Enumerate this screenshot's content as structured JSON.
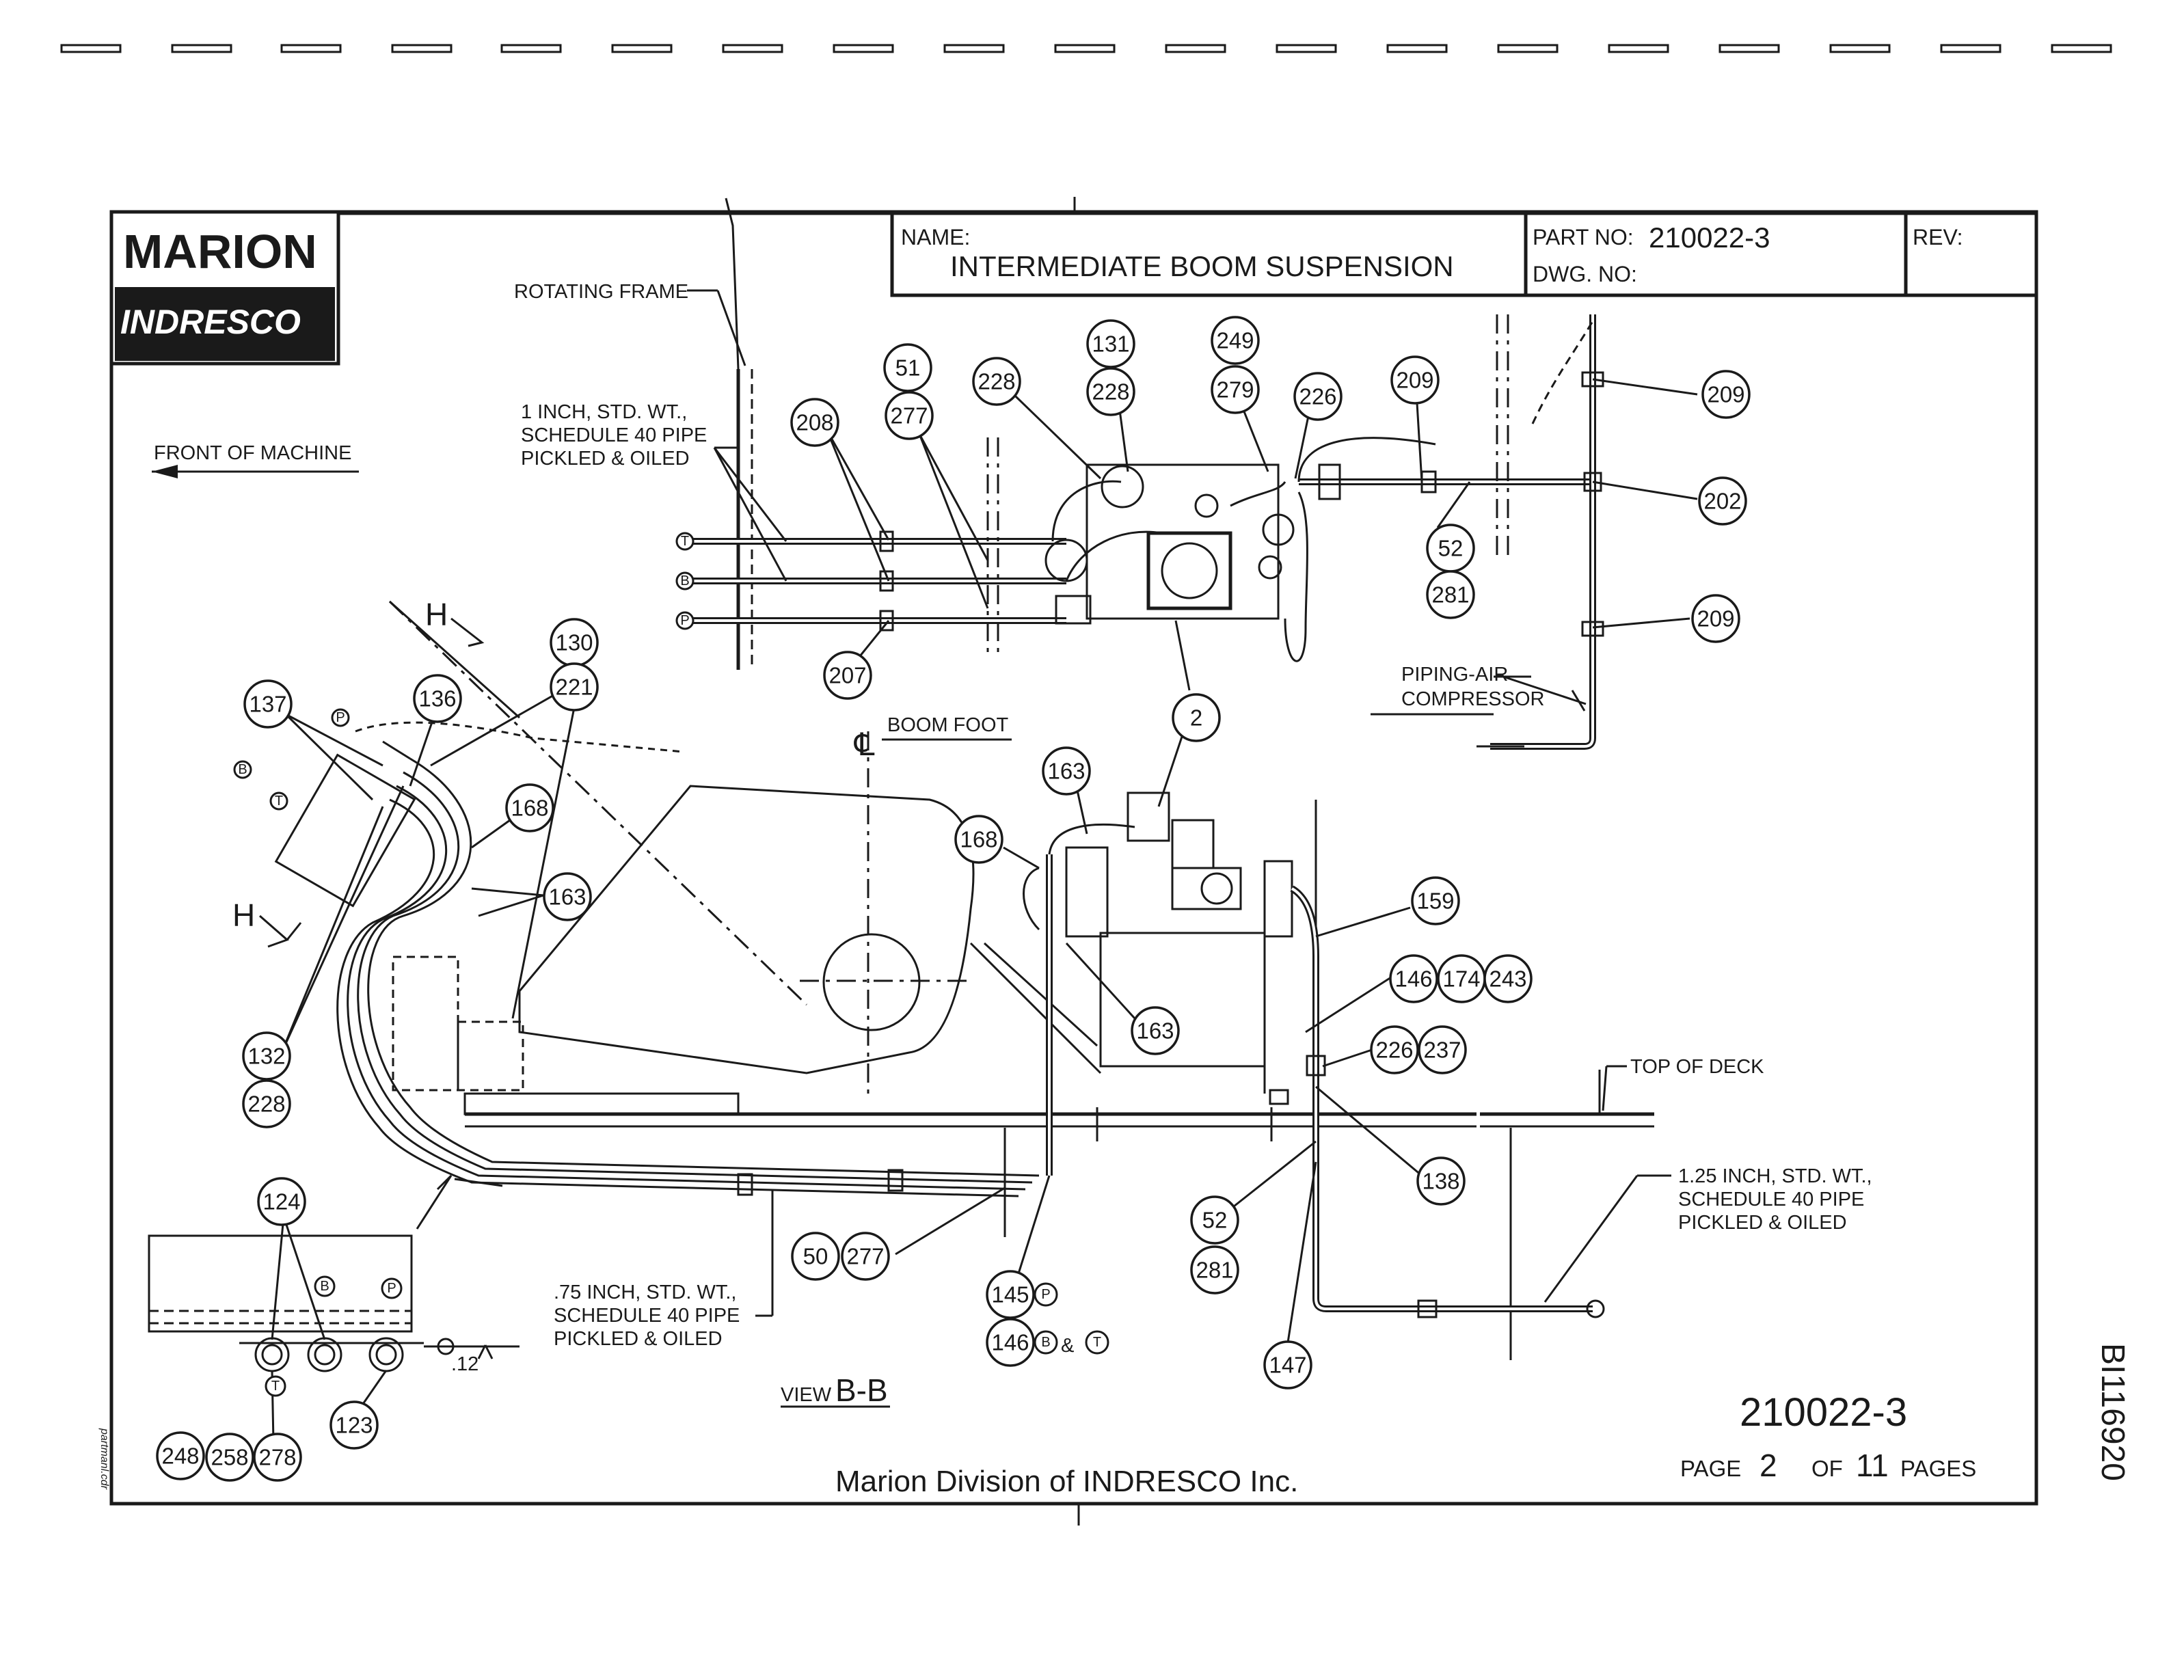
{
  "title_block": {
    "company_logo_top": "MARION",
    "company_logo_bottom": "INDRESCO",
    "name_label": "NAME:",
    "name_value": "INTERMEDIATE BOOM SUSPENSION",
    "part_no_label": "PART NO:",
    "part_no_value": "210022-3",
    "dwg_no_label": "DWG. NO:",
    "rev_label": "REV:"
  },
  "footer": {
    "drawing_number": "210022-3",
    "page_label": "PAGE",
    "page_number": "2",
    "of_label": "OF",
    "total_pages": "11",
    "pages_label": "PAGES",
    "company": "Marion Division of INDRESCO Inc.",
    "side_id": "BI116920",
    "margin_note": "partmanl.cdr"
  },
  "notes": {
    "rotating_frame": "ROTATING FRAME",
    "front_of_machine": "FRONT OF MACHINE",
    "pipe_1in_l1": "1 INCH, STD. WT.,",
    "pipe_1in_l2": "SCHEDULE 40 PIPE",
    "pipe_1in_l3": "PICKLED & OILED",
    "piping_air_l1": "PIPING-AIR",
    "piping_air_l2": "COMPRESSOR",
    "boom_foot": "BOOM FOOT",
    "top_of_deck": "TOP OF DECK",
    "pipe_125_l1": "1.25 INCH, STD. WT.,",
    "pipe_125_l2": "SCHEDULE 40 PIPE",
    "pipe_125_l3": "PICKLED & OILED",
    "pipe_075_l1": ".75 INCH, STD. WT.,",
    "pipe_075_l2": "SCHEDULE 40 PIPE",
    "pipe_075_l3": "PICKLED & OILED",
    "view_prefix": "VIEW",
    "view_name": "B-B",
    "section_h": "H",
    "dim_012": ".12",
    "and_sign": "&",
    "centerline": "℄"
  },
  "markers": {
    "t": "T",
    "b": "B",
    "p": "P"
  },
  "balloons": [
    {
      "n": "51"
    },
    {
      "n": "228"
    },
    {
      "n": "131"
    },
    {
      "n": "228"
    },
    {
      "n": "249"
    },
    {
      "n": "279"
    },
    {
      "n": "226"
    },
    {
      "n": "209"
    },
    {
      "n": "209"
    },
    {
      "n": "277"
    },
    {
      "n": "208"
    },
    {
      "n": "202"
    },
    {
      "n": "52"
    },
    {
      "n": "281"
    },
    {
      "n": "209"
    },
    {
      "n": "207"
    },
    {
      "n": "2"
    },
    {
      "n": "130"
    },
    {
      "n": "221"
    },
    {
      "n": "137"
    },
    {
      "n": "136"
    },
    {
      "n": "168"
    },
    {
      "n": "163"
    },
    {
      "n": "163"
    },
    {
      "n": "168"
    },
    {
      "n": "163"
    },
    {
      "n": "159"
    },
    {
      "n": "146"
    },
    {
      "n": "174"
    },
    {
      "n": "243"
    },
    {
      "n": "226"
    },
    {
      "n": "237"
    },
    {
      "n": "132"
    },
    {
      "n": "228"
    },
    {
      "n": "138"
    },
    {
      "n": "124"
    },
    {
      "n": "52"
    },
    {
      "n": "281"
    },
    {
      "n": "50"
    },
    {
      "n": "277"
    },
    {
      "n": "145"
    },
    {
      "n": "146"
    },
    {
      "n": "147"
    },
    {
      "n": "123"
    },
    {
      "n": "248"
    },
    {
      "n": "258"
    },
    {
      "n": "278"
    }
  ]
}
